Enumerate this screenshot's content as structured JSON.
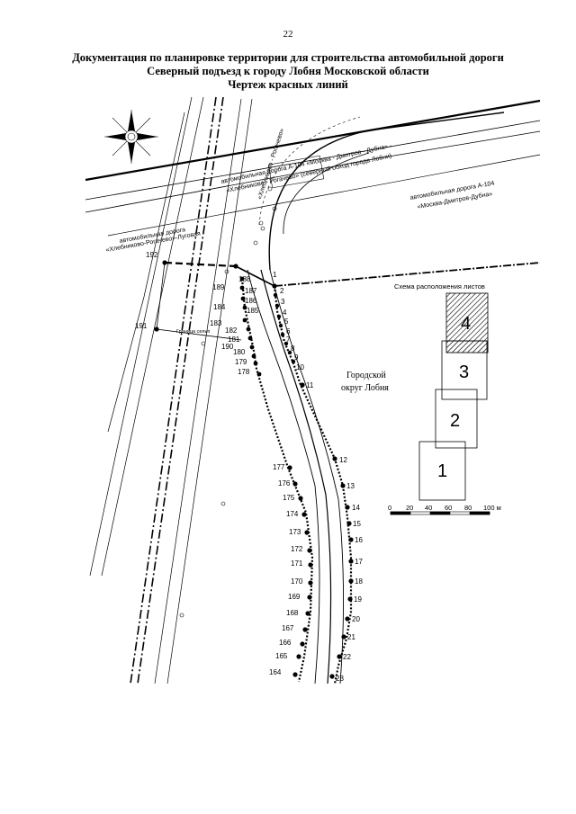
{
  "page_number": "22",
  "title": {
    "line1": "Документация по планировке территории для строительства автомобильной дороги",
    "line2": "Северный подъезд к городу Лобня Московской области",
    "line3": "Чертеж красных линий"
  },
  "labels": {
    "road_a104_top_1": "автомобильная дорога А-104 «Москва - Дмитров - Дубна» -",
    "road_a104_top_2": "«Хлебниково - Рогачево» (северный обход города Лобни)",
    "road_a104_right_1": "автомобильная дорога А-104",
    "road_a104_right_2": "«Москва-Дмитров-Дубна»",
    "road_left_1": "автомобильная дорога",
    "road_left_2": "«Хлебниково-Рогачево»-Луговая",
    "road_small": "«Хлебниково - Рогачево»",
    "boundary_note": "Граница сельп",
    "district_1": "Городской",
    "district_2": "округ Лобня",
    "sheet_scheme": "Схема расположения листов"
  },
  "pts": {
    "p1": "1",
    "p2": "2",
    "p3": "3",
    "p4": "4",
    "p5": "5",
    "p6": "6",
    "p7": "7",
    "p8": "8",
    "p9": "9",
    "p10": "10",
    "p11": "11",
    "p12": "12",
    "p13": "13",
    "p14": "14",
    "p15": "15",
    "p16": "16",
    "p17": "17",
    "p18": "18",
    "p19": "19",
    "p20": "20",
    "p21": "21",
    "p22": "22",
    "p23": "23",
    "p164": "164",
    "p165": "165",
    "p166": "166",
    "p167": "167",
    "p168": "168",
    "p169": "169",
    "p170": "170",
    "p171": "171",
    "p172": "172",
    "p173": "173",
    "p174": "174",
    "p175": "175",
    "p176": "176",
    "p177": "177",
    "p178": "178",
    "p179": "179",
    "p180": "180",
    "p181": "181",
    "p182": "182",
    "p183": "183",
    "p184": "184",
    "p185": "185",
    "p186": "186",
    "p187": "187",
    "p188": "188",
    "p189": "189",
    "p190": "190",
    "p191": "191",
    "p192": "192"
  },
  "sheets": {
    "s1": "1",
    "s2": "2",
    "s3": "3",
    "s4": "4",
    "t0": "0",
    "t20": "20",
    "t40": "40",
    "t60": "60",
    "t80": "80",
    "t100": "100 м"
  }
}
